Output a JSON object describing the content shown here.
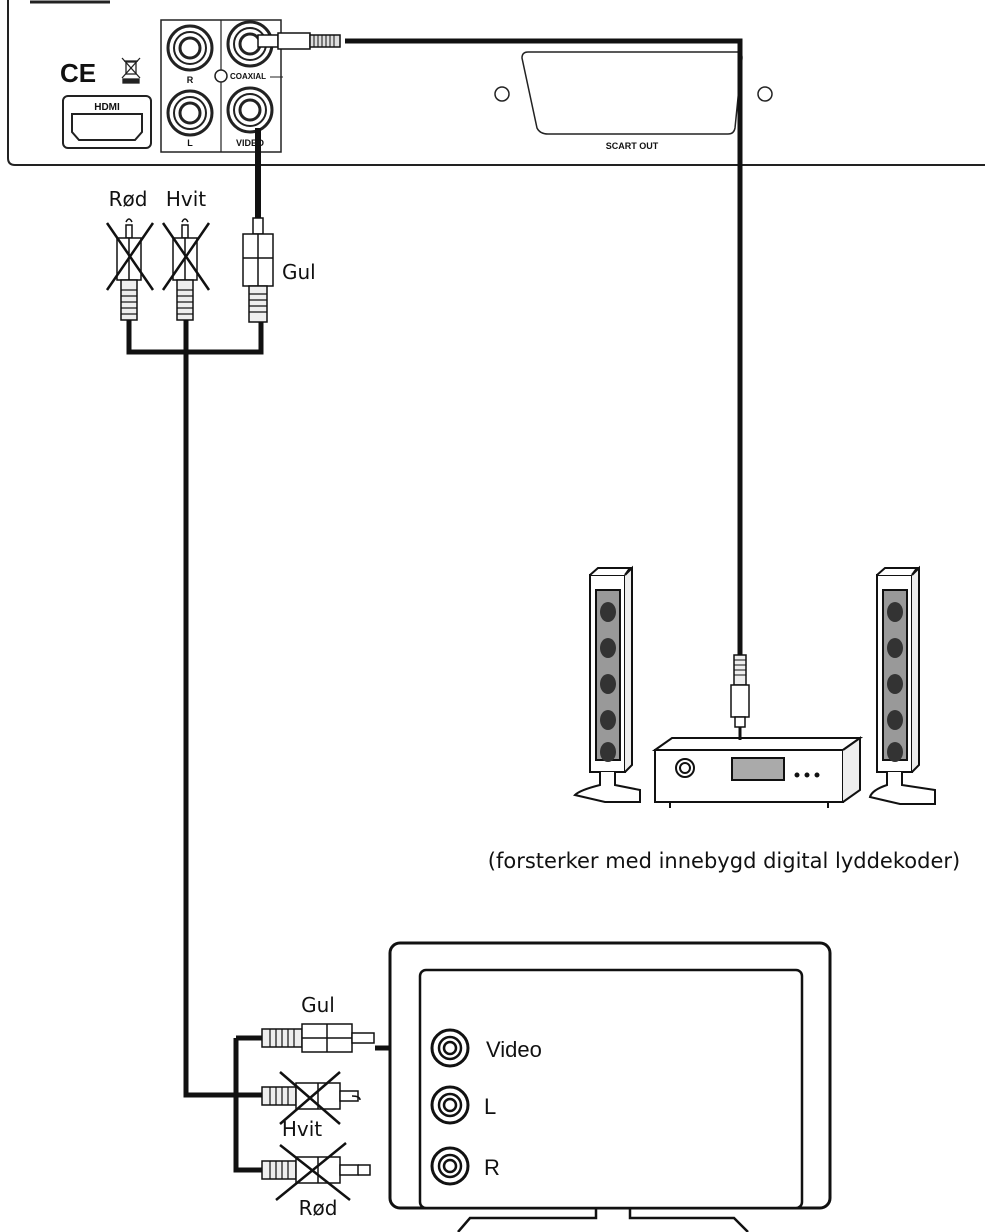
{
  "device_panel": {
    "ce_mark": "CE",
    "hdmi_label": "HDMI",
    "jack_r": "R",
    "jack_l": "L",
    "coaxial_label": "COAXIAL",
    "video_label": "VIDEO",
    "scart_label": "SCART OUT"
  },
  "top_plugs": {
    "red": "Rød",
    "white": "Hvit",
    "yellow": "Gul"
  },
  "amplifier": {
    "caption": "(forsterker med innebygd digital lyddekoder)"
  },
  "tv": {
    "video_label": "Video",
    "l_label": "L",
    "r_label": "R",
    "plug_yellow": "Gul",
    "plug_white": "Hvit",
    "plug_red": "Rød"
  }
}
